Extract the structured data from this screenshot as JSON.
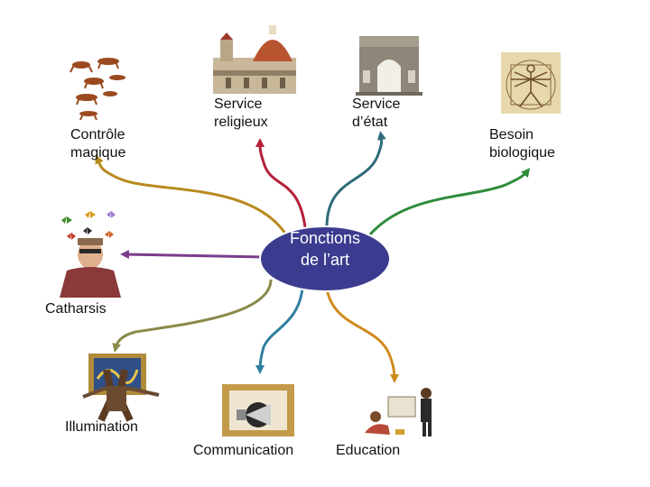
{
  "center": {
    "text": "Fonctions\nde l’art",
    "fill": "#3b3b8f"
  },
  "branches": {
    "controle": {
      "label": "Contrôle\nmagique",
      "color": "#b88a1e",
      "icon": "cave-painting-icon"
    },
    "religieux": {
      "label": "Service\nreligieux",
      "color": "#b5213a",
      "icon": "cathedral-icon"
    },
    "etat": {
      "label": "Service\nd’état",
      "color": "#2f6b7a",
      "icon": "triumphal-arch-icon"
    },
    "biologique": {
      "label": "Besoin\nbiologique",
      "color": "#2e8b3a",
      "icon": "vitruvian-man-icon"
    },
    "catharsis": {
      "label": "Catharsis",
      "color": "#7b3d8a",
      "icon": "man-with-butterflies-icon"
    },
    "illumination": {
      "label": "Illumination",
      "color": "#8a8a4a",
      "icon": "framed-painting-icon"
    },
    "communication": {
      "label": "Communication",
      "color": "#2f7fa0",
      "icon": "megaphone-frame-icon"
    },
    "education": {
      "label": "Education",
      "color": "#d08a1e",
      "icon": "children-painting-icon"
    }
  }
}
